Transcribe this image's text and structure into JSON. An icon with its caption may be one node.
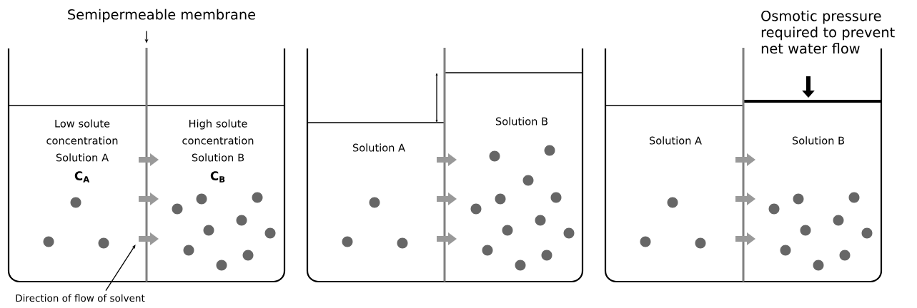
{
  "diagram": {
    "nodes": [
      {
        "text": [
          "Semipermeable membrane"
        ]
      },
      {
        "text": [],
        "shape": "bar"
      },
      {
        "text": [
          "Direction of flow of solvent"
        ]
      },
      {
        "text": [],
        "shape": "arrow"
      },
      {
        "text": [],
        "shape": "arrow"
      },
      {
        "text": [],
        "shape": "arrow"
      },
      {
        "text": [],
        "shape": "arrow"
      },
      {
        "text": [],
        "shape": "arrow"
      },
      {
        "text": [],
        "shape": "arrow"
      },
      {
        "text": [],
        "shape": "arrow"
      },
      {
        "text": [],
        "shape": "arrow"
      },
      {
        "text": [],
        "shape": "arrow"
      }
    ],
    "edges": [
      {
        "from": 0,
        "to": 1,
        "arrow": "to"
      },
      {
        "from": 2,
        "to": 5,
        "arrow": "to"
      }
    ],
    "labels": [
      "Low solute concentration Solution A",
      "C$_{A}$",
      "High solute concentration Solution B",
      "C$_{B}$",
      "Solution A",
      "Solution B",
      "Osmotic pressure required to prevent net water flow",
      "Solution A",
      "Solution B"
    ]
  }
}
